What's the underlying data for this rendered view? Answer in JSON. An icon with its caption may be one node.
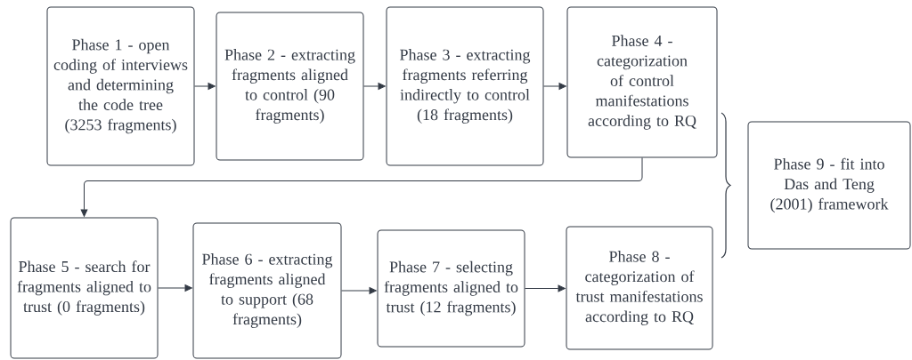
{
  "diagram": {
    "nodes": [
      {
        "text": [
          "Phase 1 - open coding of interviews and determining the code tree (3253 fragments)"
        ]
      },
      {
        "text": [
          "Phase 2 - extracting fragments aligned to control (90 fragments)"
        ]
      },
      {
        "text": [
          "Phase 3 - extracting fragments referring indirectly to control (18 fragments)"
        ]
      },
      {
        "text": [
          "Phase 4 - categorization of control manifestations according to RQ"
        ]
      },
      {
        "text": [
          "Phase 5 - search for fragments aligned to trust (0 fragments)"
        ]
      },
      {
        "text": [
          "Phase 6 - extracting fragments aligned to support (68 fragments)"
        ]
      },
      {
        "text": [
          "Phase 7 - selecting fragments aligned to trust (12 fragments)"
        ]
      },
      {
        "text": [
          "Phase 8 - categorization of trust manifestations according to RQ"
        ]
      },
      {
        "text": [
          "Phase 9 - fit into Das and Teng (2001) framework"
        ]
      }
    ],
    "edges": [
      {
        "from": 0,
        "to": 1,
        "arrow": "to"
      },
      {
        "from": 1,
        "to": 2,
        "arrow": "to"
      },
      {
        "from": 2,
        "to": 3,
        "arrow": "to"
      },
      {
        "from": 3,
        "to": 4,
        "arrow": "to"
      },
      {
        "from": 4,
        "to": 5,
        "arrow": "to"
      },
      {
        "from": 5,
        "to": 6,
        "arrow": "to"
      },
      {
        "from": 6,
        "to": 7,
        "arrow": "to"
      }
    ]
  }
}
